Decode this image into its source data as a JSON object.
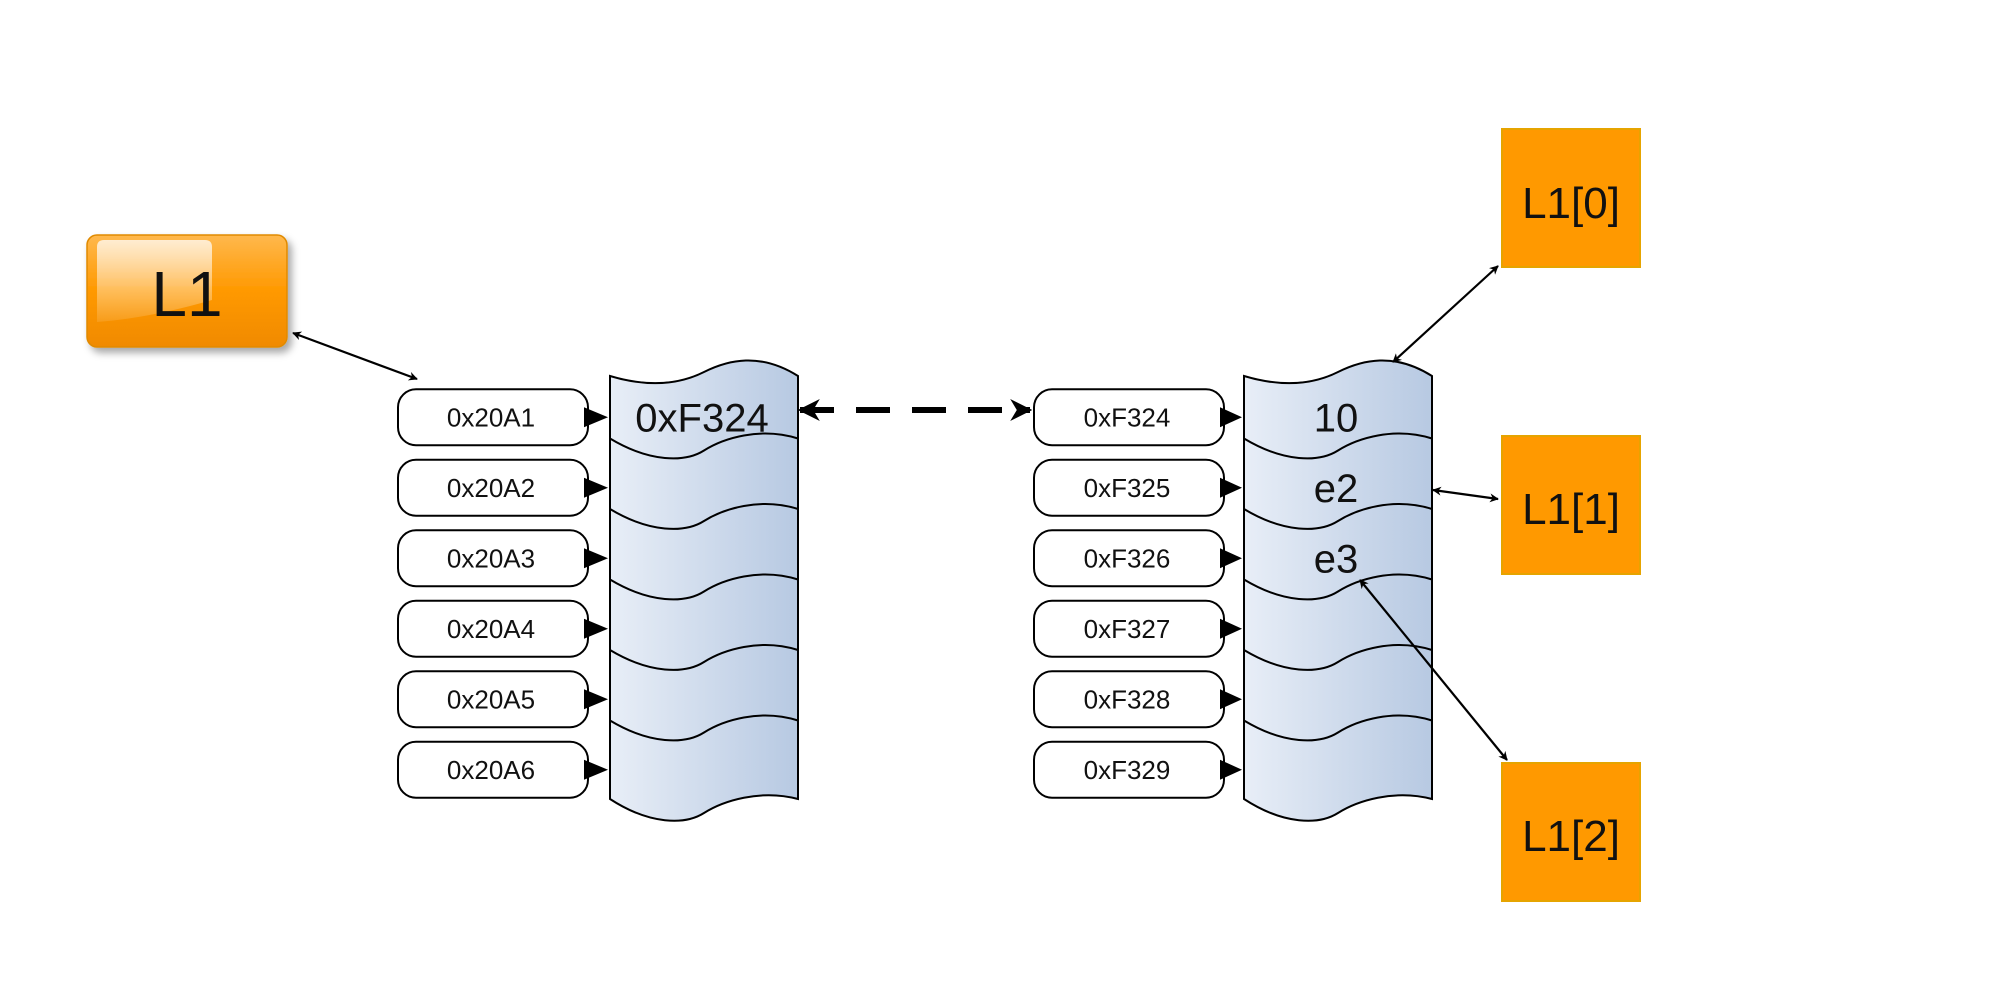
{
  "pointer": {
    "label": "L1"
  },
  "left_memory": {
    "addresses": [
      "0x20A1",
      "0x20A2",
      "0x20A3",
      "0x20A4",
      "0x20A5",
      "0x20A6"
    ],
    "cells": [
      "0xF324",
      "",
      "",
      "",
      "",
      ""
    ]
  },
  "right_memory": {
    "addresses": [
      "0xF324",
      "0xF325",
      "0xF326",
      "0xF327",
      "0xF328",
      "0xF329"
    ],
    "cells": [
      "10",
      "e2",
      "e3",
      "",
      "",
      ""
    ]
  },
  "elements": [
    "L1[0]",
    "L1[1]",
    "L1[2]"
  ],
  "colors": {
    "orange": "#FF9900",
    "orange_border": "#E6A400",
    "cell_fill_light": "#E8EEF7",
    "cell_fill_dark": "#B7C9E2",
    "highlight_value": "#FF0000"
  }
}
